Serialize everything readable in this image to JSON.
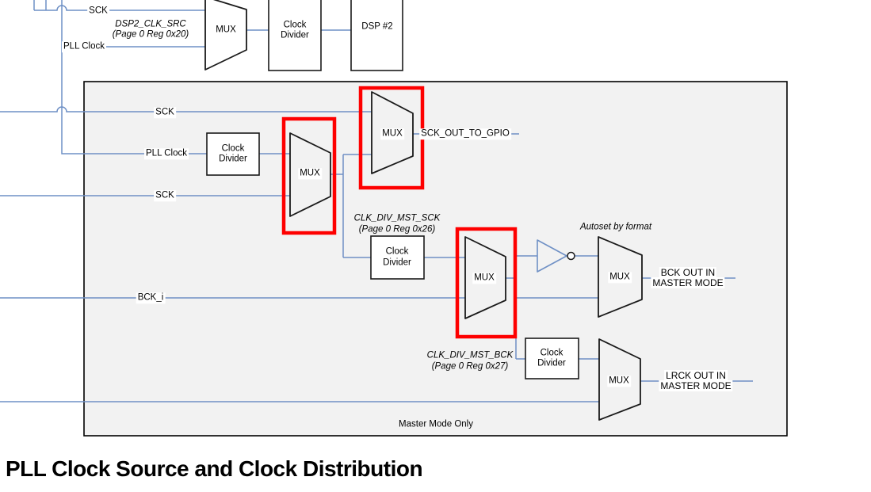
{
  "colors": {
    "line_blue": "#6f90c5",
    "box_fill": "#f2f2f2",
    "block_stroke": "#1a1a1a",
    "highlight_red": "#fe0000",
    "text": "#000000"
  },
  "figure": {
    "caption": "PLL Clock Source and Clock Distribution",
    "labels": {
      "sck": "SCK",
      "pll_clock": "PLL Clock",
      "bck_i": "BCK_i",
      "mux": "MUX",
      "clock": "Clock",
      "divider": "Divider",
      "dsp2": "DSP #2",
      "dsp2_clk_src": "DSP2_CLK_SRC",
      "dsp2_clk_src_reg": "(Page 0 Reg 0x20)",
      "sck_out_to_gpio": "SCK_OUT_TO_GPIO",
      "clk_div_mst_sck": "CLK_DIV_MST_SCK",
      "clk_div_mst_sck_reg": "(Page 0 Reg 0x26)",
      "clk_div_mst_bck": "CLK_DIV_MST_BCK",
      "clk_div_mst_bck_reg": "(Page 0 Reg 0x27)",
      "autoset_by_format": "Autoset by format",
      "bck_out_line1": "BCK OUT IN",
      "bck_out_line2": "MASTER MODE",
      "lrck_out_line1": "LRCK OUT IN",
      "lrck_out_line2": "MASTER MODE",
      "master_mode_only": "Master Mode Only"
    }
  }
}
